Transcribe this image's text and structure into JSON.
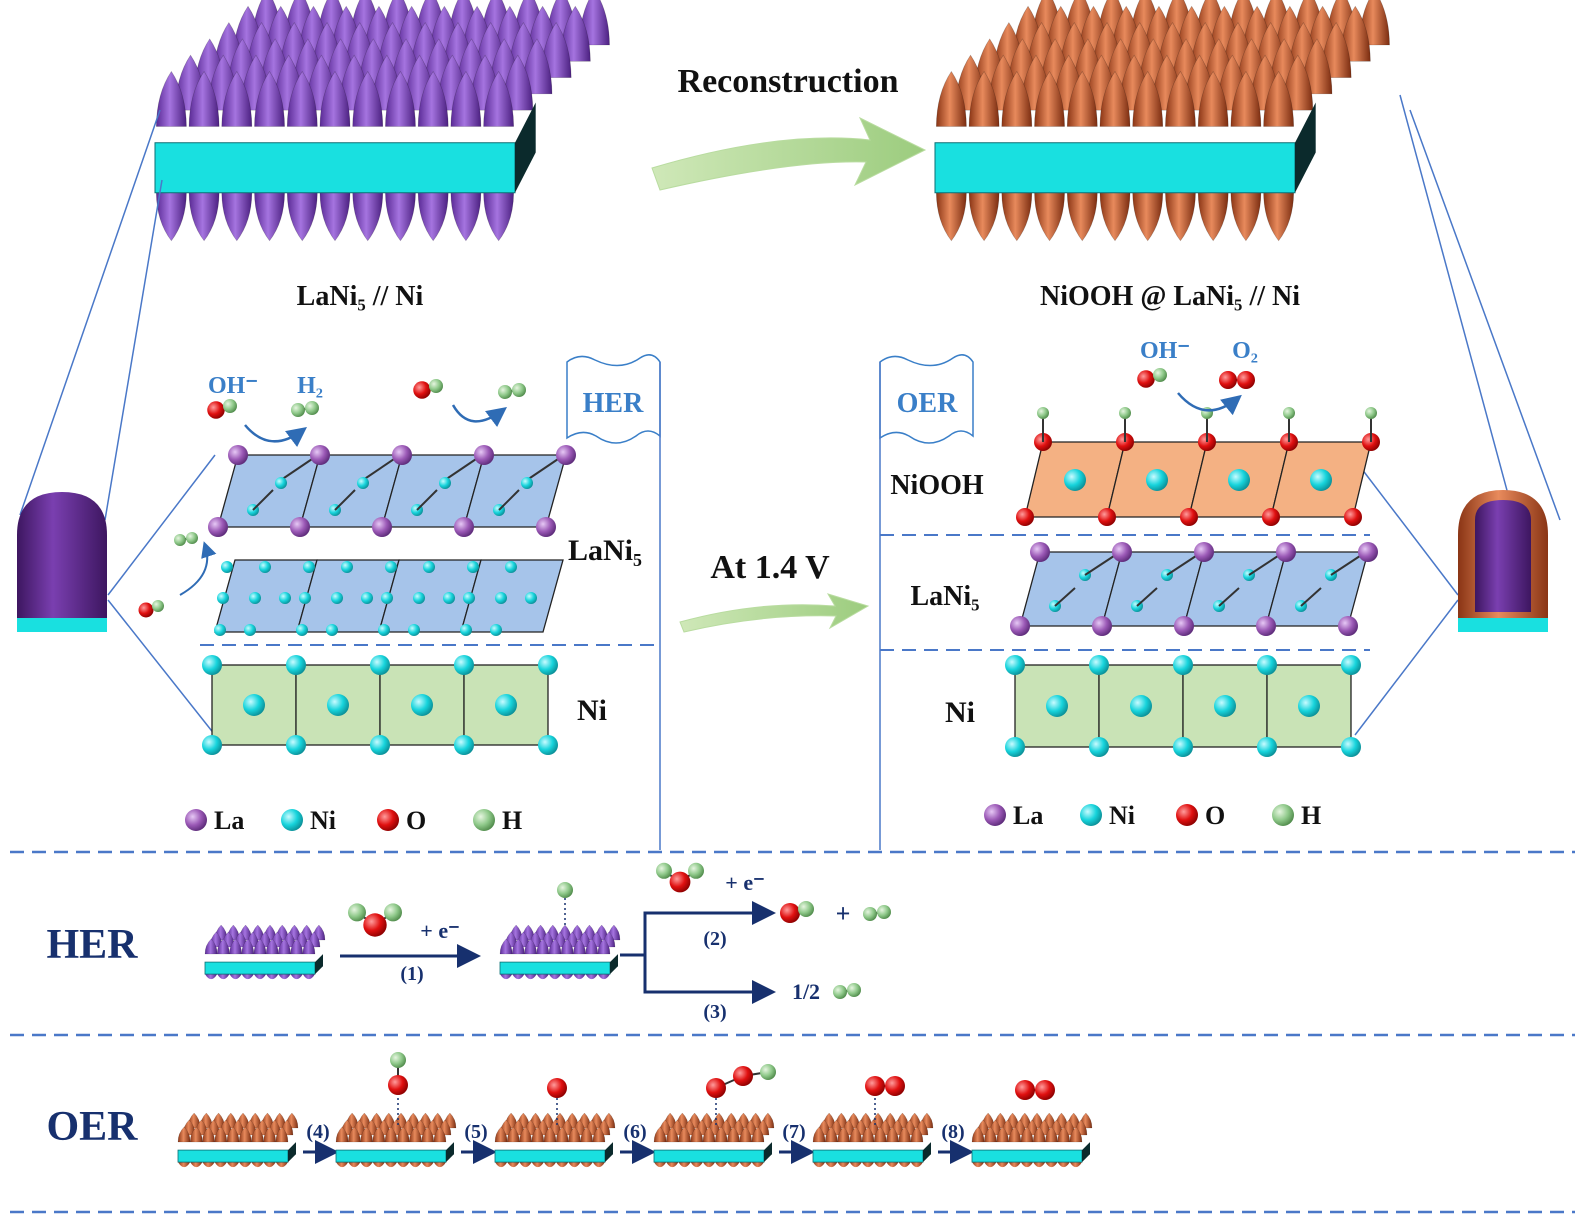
{
  "top": {
    "reconstruction_label": "Reconstruction",
    "left_caption": "LaNi₅ // Ni",
    "right_caption": "NiOOH @ LaNi₅ // Ni"
  },
  "her_panel": {
    "banner": "HER",
    "oh_label": "OH⁻",
    "h2_label": "H₂",
    "layer_lani5": "LaNi₅",
    "layer_ni": "Ni"
  },
  "oer_panel": {
    "banner": "OER",
    "oh_label": "OH⁻",
    "o2_label": "O₂",
    "layer_niooh": "NiOOH",
    "layer_lani5": "LaNi₅",
    "layer_ni": "Ni"
  },
  "middle": {
    "voltage_label": "At 1.4 V"
  },
  "legend": [
    {
      "symbol": "La",
      "color": "#9b59b6"
    },
    {
      "symbol": "Ni",
      "color": "#17d4dc"
    },
    {
      "symbol": "O",
      "color": "#e01010"
    },
    {
      "symbol": "H",
      "color": "#8fc98a"
    }
  ],
  "her_pathway": {
    "title": "HER",
    "step1_reagent": "+ e⁻",
    "step1_label": "(1)",
    "step2_reagent": "+ e⁻",
    "step2_label": "(2)",
    "step2_product_plus": "+",
    "step3_label": "(3)",
    "step3_product": "1/2"
  },
  "oer_pathway": {
    "title": "OER",
    "steps": [
      "(4)",
      "(5)",
      "(6)",
      "(7)",
      "(8)"
    ]
  },
  "colors": {
    "lani5_purple": "#7b3fb8",
    "niooh_copper": "#c8582a",
    "substrate_cyan": "#19e0e0",
    "divider_blue": "#4a78c8",
    "text_blue": "#3a7fc8",
    "navy": "#17306e",
    "arrow_green": "#a9d48b",
    "lani5_cell": "#a6c4ea",
    "ni_cell": "#c9e3b6",
    "niooh_cell": "#f4b183"
  }
}
